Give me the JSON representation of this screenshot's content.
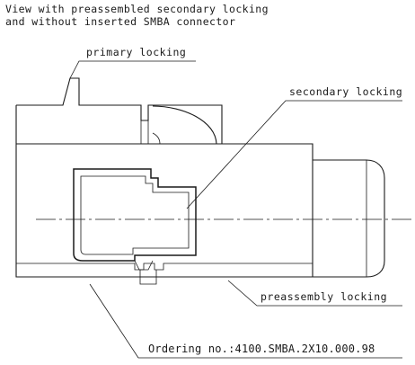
{
  "drawing": {
    "caption_line_1": "View with preassembled secondary locking",
    "caption_line_2": "and without inserted SMBA connector",
    "labels": {
      "primary_locking": "primary locking",
      "secondary_locking": "secondary locking",
      "preassembly_locking": "preassembly locking",
      "ordering_number": "Ordering no.:4100.SMBA.2X10.000.98"
    }
  }
}
